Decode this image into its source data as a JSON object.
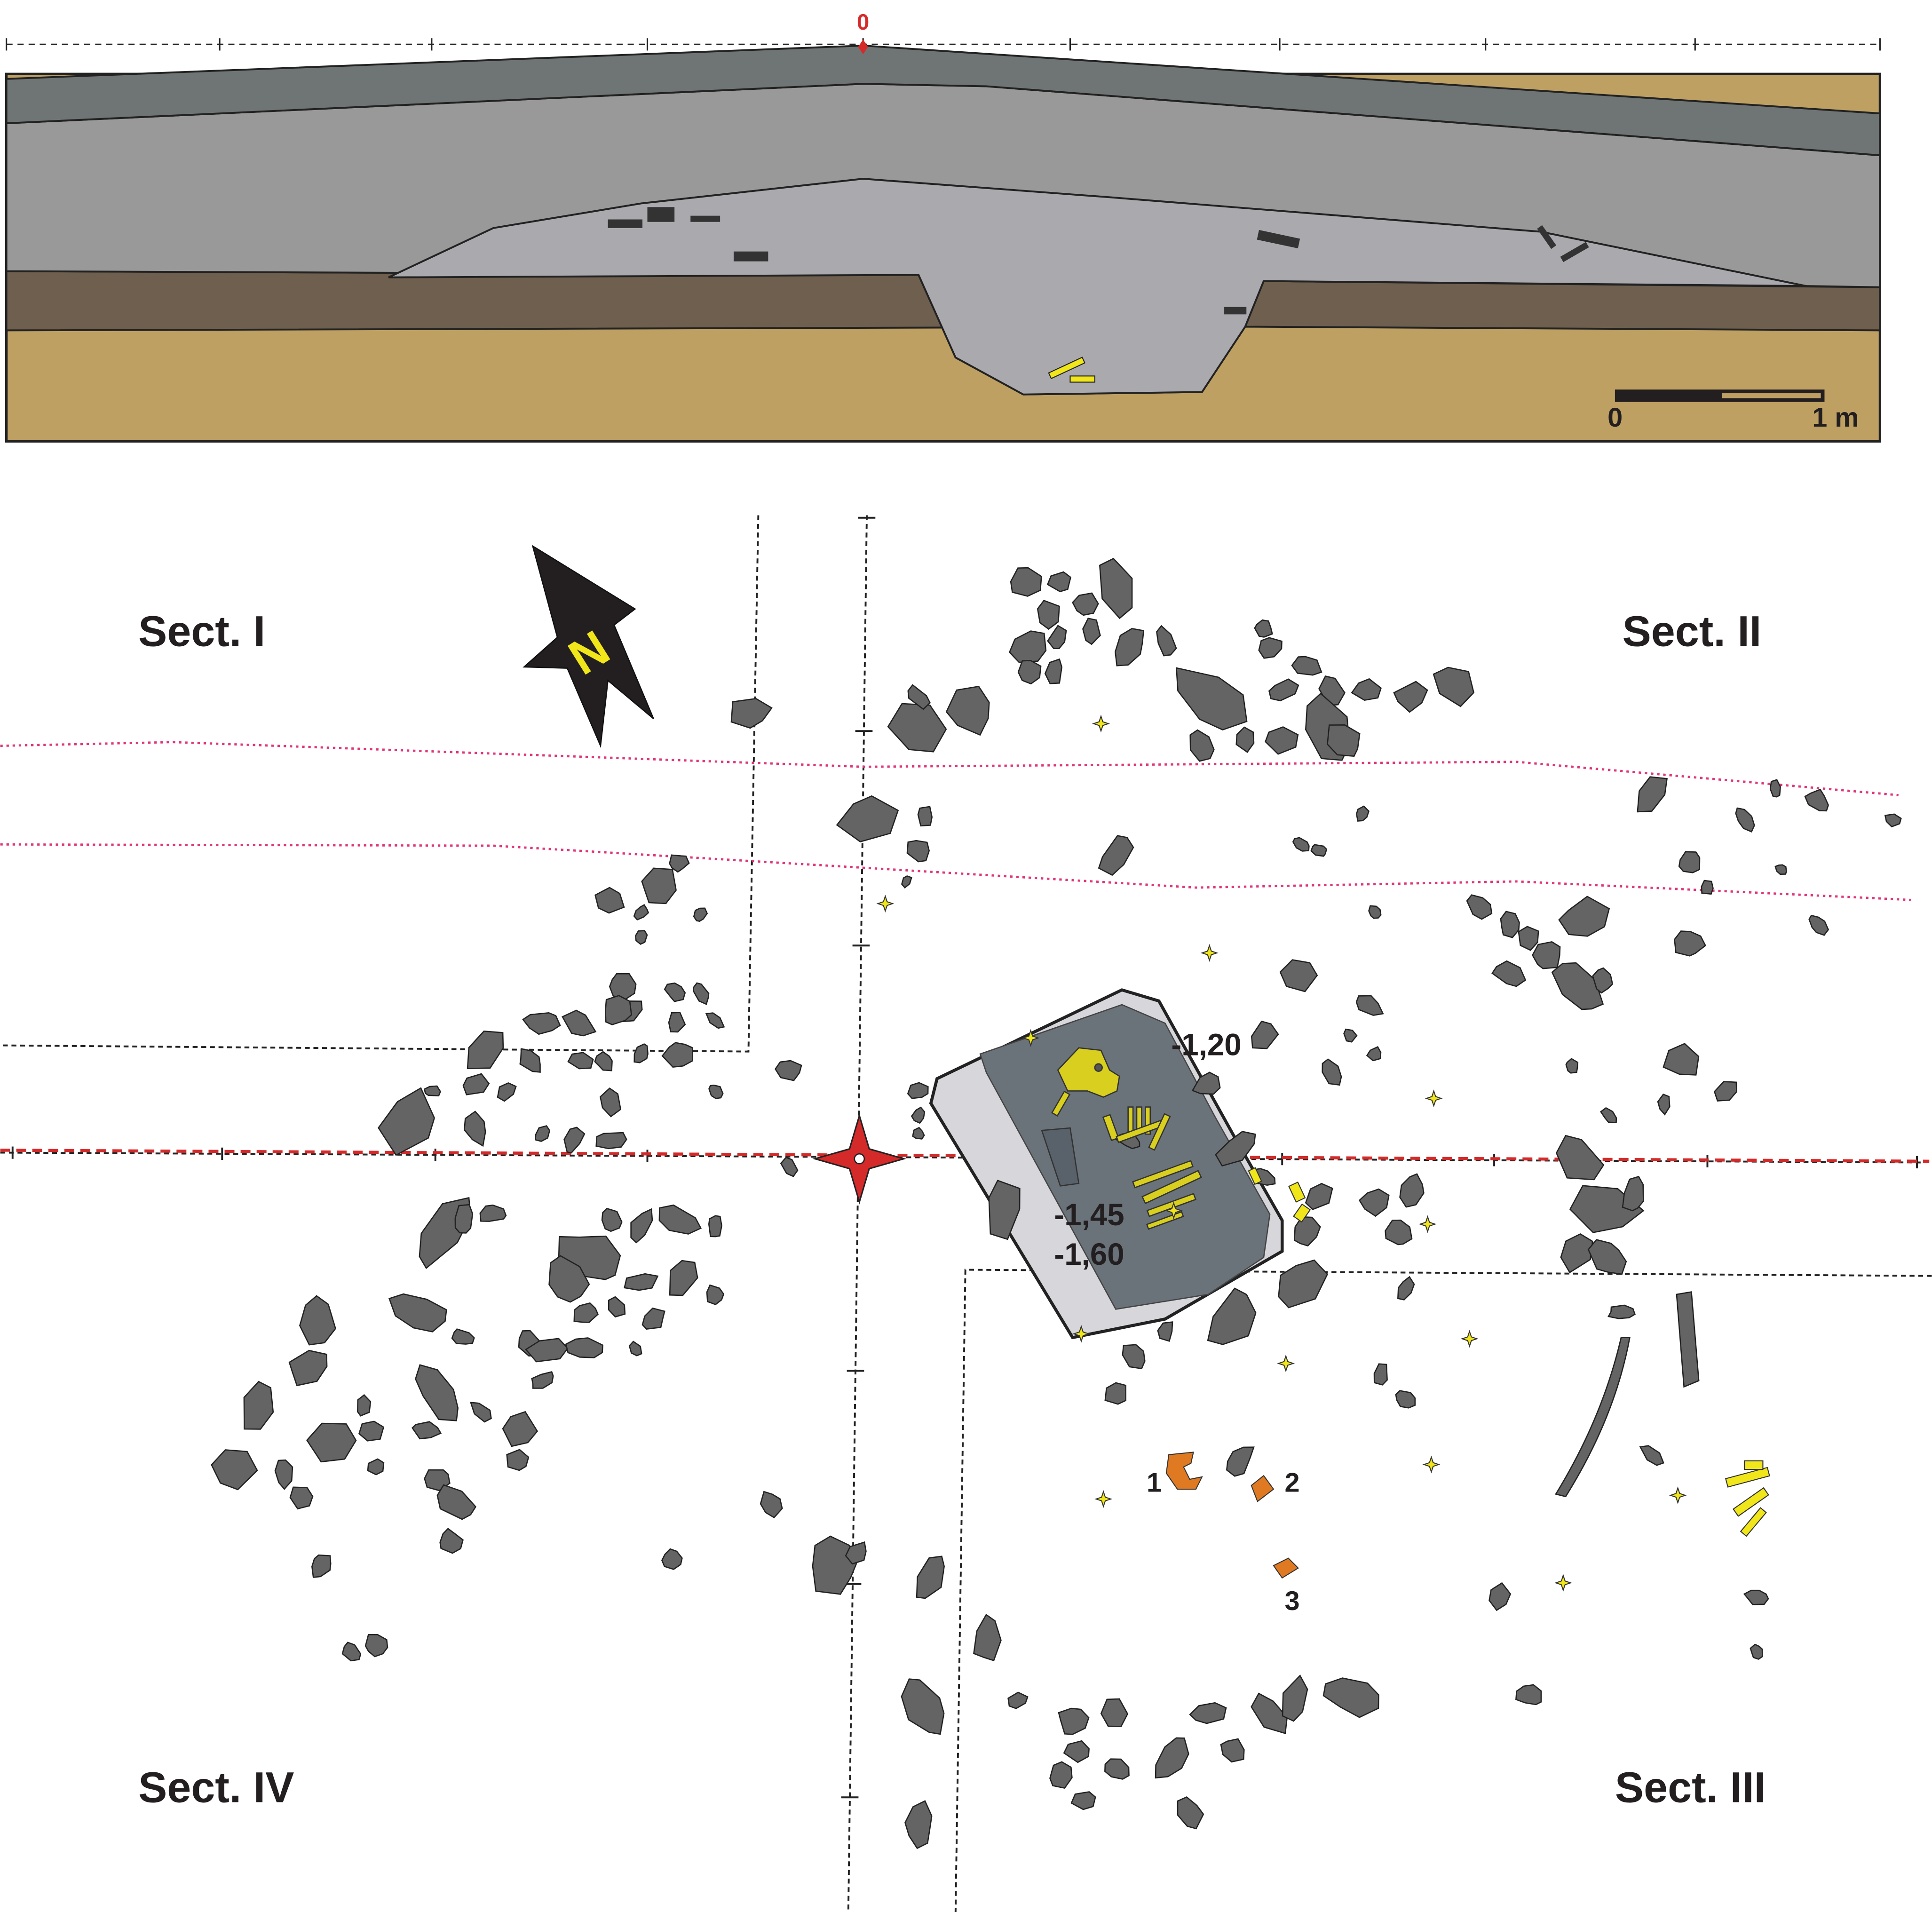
{
  "section": {
    "datum_label": "0",
    "scale_bar": {
      "start_label": "0",
      "end_label": "1 m"
    }
  },
  "plan": {
    "sectors": [
      "Sect. I",
      "Sect. II",
      "Sect. III",
      "Sect. IV"
    ],
    "north_label": "N",
    "depths": [
      "-1,20",
      "-1,45",
      "-1,60"
    ],
    "finds": [
      "1",
      "2",
      "3"
    ]
  },
  "colors": {
    "topsoil": "#6f7574",
    "layer": "#999999",
    "pit_fill": "#a9a9ae",
    "brown": "#6e5f4e",
    "subsoil": "#bfa063",
    "stone": "#646464",
    "bone": "#e8e21a",
    "find": "#e07a22",
    "datum_red": "#d42a2a",
    "grave_edge": "#d6d6db",
    "grave_fill": "#6b737a"
  }
}
